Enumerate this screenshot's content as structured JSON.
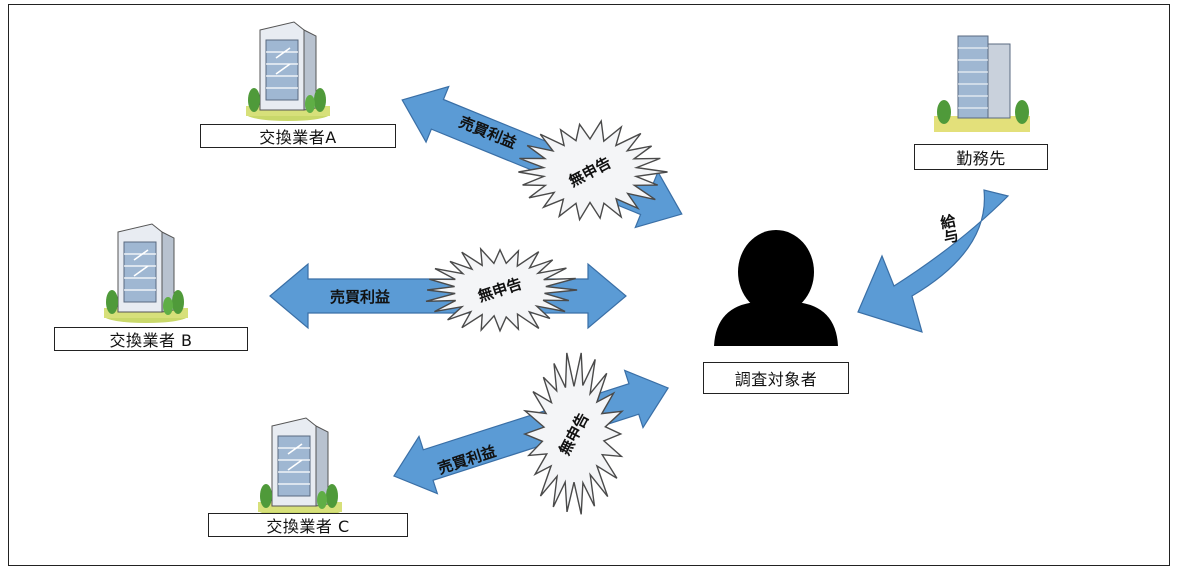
{
  "nodes": {
    "exchange_a": "交換業者A",
    "exchange_b": "交換業者 B",
    "exchange_c": "交換業者 C",
    "employer": "勤務先",
    "subject": "調査対象者"
  },
  "flows": {
    "trade_profit": "売買利益",
    "unreported": "無申告",
    "salary": "給与"
  },
  "colors": {
    "arrow": "#5b9bd5",
    "arrow_border": "#3a6fa6",
    "burst": "#f4f5f7",
    "person": "#000000"
  }
}
